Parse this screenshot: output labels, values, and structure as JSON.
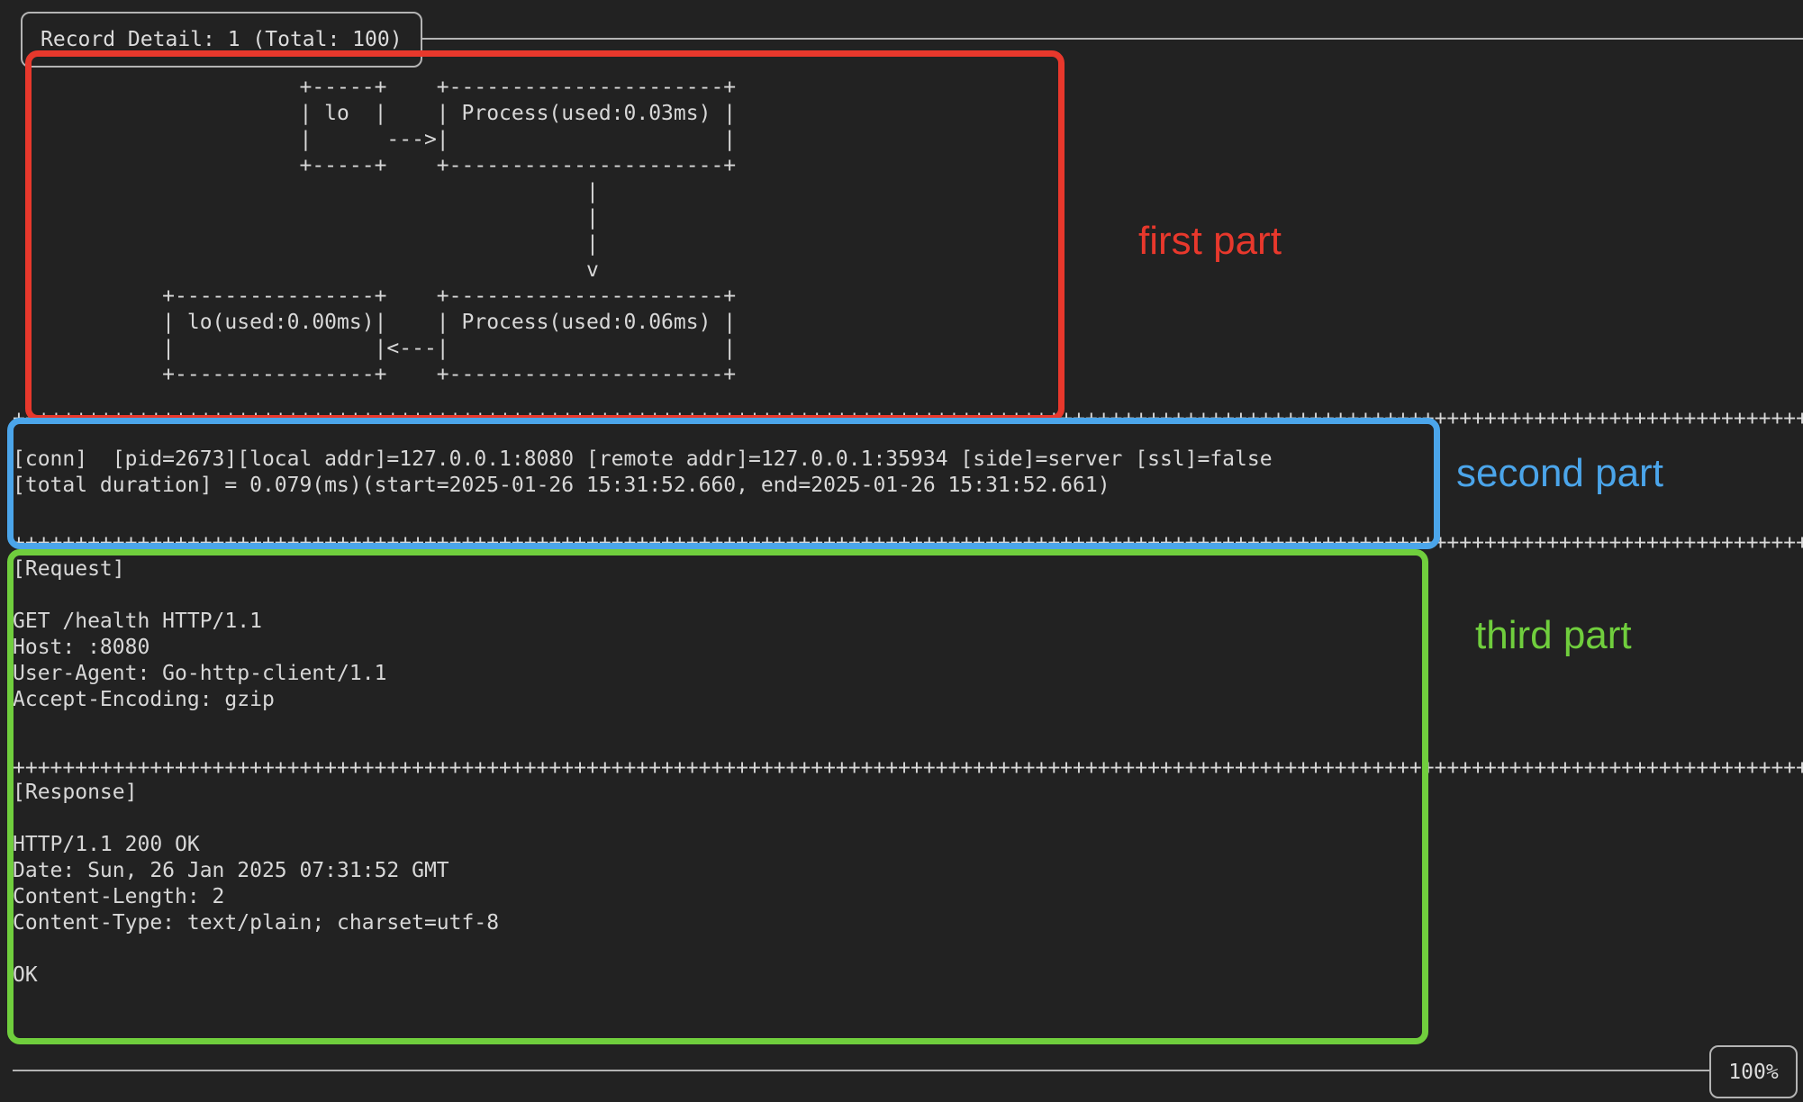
{
  "terminal": {
    "title": "Record Detail: 1 (Total: 100)",
    "scroll_percent": "100%",
    "separator_row": "++++++++++++++++++++++++++++++++++++++++++++++++++++++++++++++++++++++++++++++++++++++++++++++++++++++++++++++++++++++++++++++++++++++++++++++++++++++",
    "flow_diagram_lines": [
      "                       +-----+    +----------------------+",
      "                       | lo  |    | Process(used:0.03ms) |",
      "                       |      --->|                      |",
      "                       +-----+    +----------------------+",
      "                                              |",
      "                                              |",
      "                                              |",
      "                                              v",
      "            +----------------+    +----------------------+",
      "            | lo(used:0.00ms)|    | Process(used:0.06ms) |",
      "            |                |<---|                      |",
      "            +----------------+    +----------------------+"
    ],
    "conn_lines": [
      "[conn]  [pid=2673][local addr]=127.0.0.1:8080 [remote addr]=127.0.0.1:35934 [side]=server [ssl]=false",
      "[total duration] = 0.079(ms)(start=2025-01-26 15:31:52.660, end=2025-01-26 15:31:52.661)"
    ],
    "request_lines": [
      "[Request]",
      "",
      "GET /health HTTP/1.1",
      "Host: :8080",
      "User-Agent: Go-http-client/1.1",
      "Accept-Encoding: gzip"
    ],
    "response_lines": [
      "[Response]",
      "",
      "HTTP/1.1 200 OK",
      "Date: Sun, 26 Jan 2025 07:31:52 GMT",
      "Content-Length: 2",
      "Content-Type: text/plain; charset=utf-8",
      "",
      "OK"
    ]
  },
  "annotations": {
    "first": {
      "label": "first part",
      "color": "#e8382c"
    },
    "second": {
      "label": "second part",
      "color": "#4ba5ea"
    },
    "third": {
      "label": "third part",
      "color": "#70ce3d"
    }
  },
  "colors": {
    "background": "#222222",
    "terminal_text": "#d8d8d8",
    "terminal_border": "#b4b4b4"
  }
}
